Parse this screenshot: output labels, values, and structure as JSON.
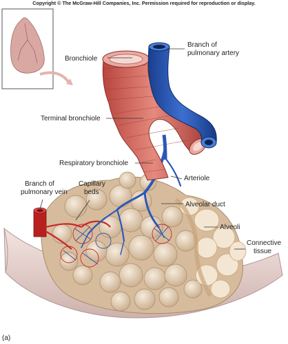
{
  "copyright": "Copyright © The McGraw-Hill Companies, Inc. Permission required for reproduction or display.",
  "panel_letter": "(a)",
  "labels": {
    "bronchiole": "Bronchiole",
    "pulmonary_artery_1": "Branch of",
    "pulmonary_artery_2": "pulmonary artery",
    "terminal_bronchiole": "Terminal bronchiole",
    "respiratory_bronchiole": "Respiratory bronchiole",
    "arteriole": "Arteriole",
    "pulmonary_vein_1": "Branch of",
    "pulmonary_vein_2": "pulmonary vein",
    "capillary_1": "Capillary",
    "capillary_2": "beds",
    "alveolar_duct": "Alveolar duct",
    "alveoli": "Alveoli",
    "connective_1": "Connective",
    "connective_2": "tissue"
  },
  "colors": {
    "artery": "#2a58b8",
    "vein": "#c8282a",
    "muscle": "#d9736a",
    "alveoli": "#e6d2b8",
    "tissue": "#ead7d3"
  }
}
